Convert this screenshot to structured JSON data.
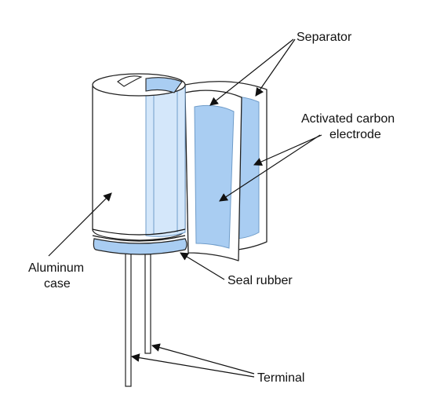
{
  "labels": {
    "separator": "Separator",
    "electrode_line1": "Activated carbon",
    "electrode_line2": "electrode",
    "case_line1": "Aluminum",
    "case_line2": "case",
    "seal": "Seal rubber",
    "terminal": "Terminal"
  },
  "colors": {
    "electrode": "#a9cdf2",
    "electrode_light": "#d4e7fa",
    "separator": "#ffffff",
    "case": "#ffffff",
    "outline": "#222222"
  }
}
